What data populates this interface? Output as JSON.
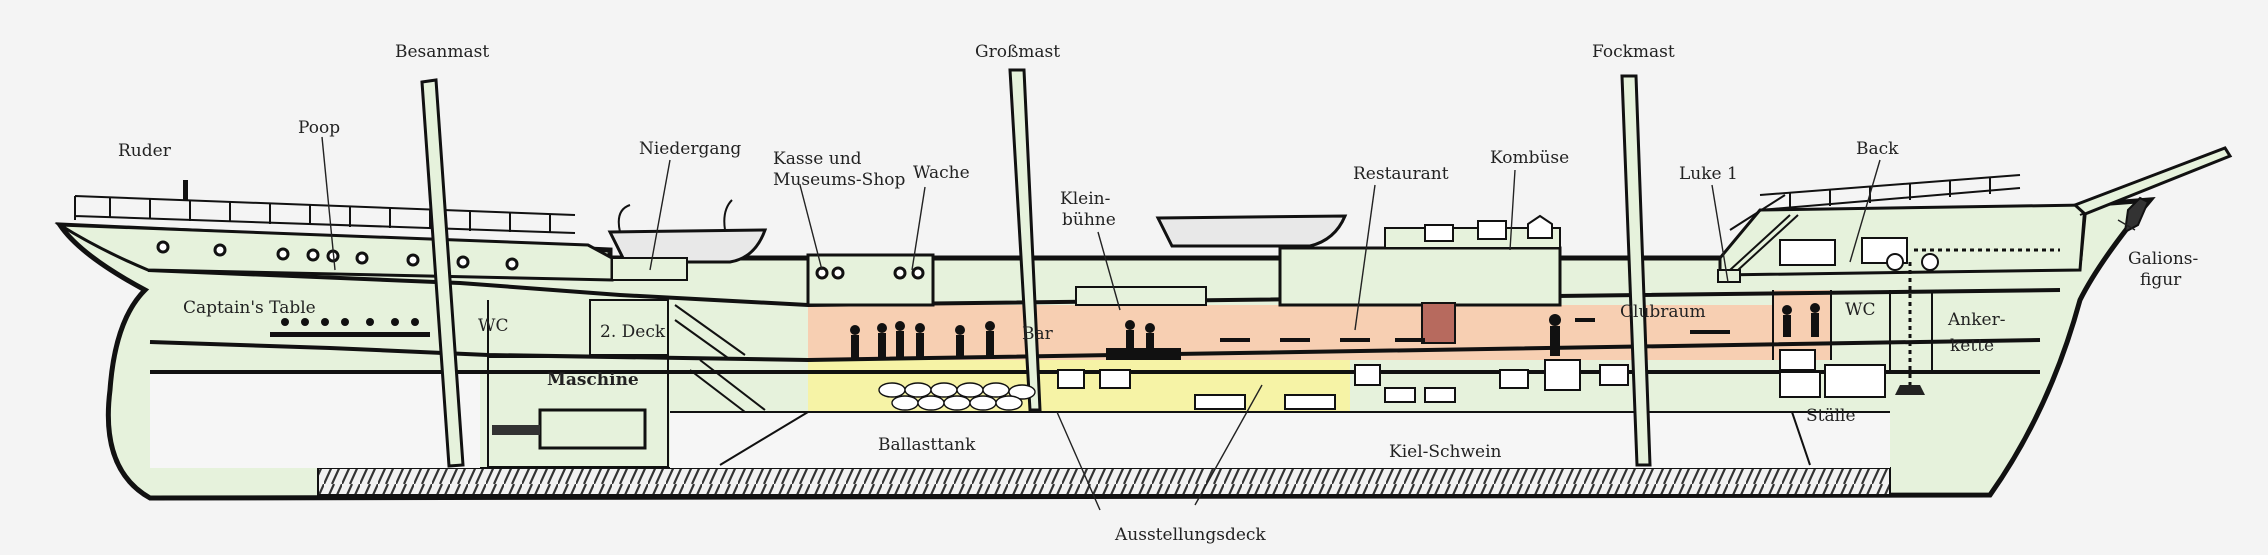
{
  "colors": {
    "hull_fill": "#e6f2dc",
    "exhibition_fill": "#f6f3a6",
    "restaurant_fill": "#f7cfb2",
    "bilge_dark": "#7a7a7a",
    "outline": "#111111"
  },
  "labels": {
    "ruder": "Ruder",
    "poop": "Poop",
    "besanmast": "Besanmast",
    "niedergang": "Niedergang",
    "kasse": "Kasse und",
    "kasse2": "Museums-Shop",
    "wache": "Wache",
    "grossmast": "Großmast",
    "klein": "Klein-",
    "buehne": "bühne",
    "restaurant": "Restaurant",
    "kombuese": "Kombüse",
    "fockmast": "Fockmast",
    "luke": "Luke 1",
    "back": "Back",
    "galion1": "Galions-",
    "galion2": "figur",
    "captains_table": "Captain's Table",
    "wc_aft": "WC",
    "zweites_deck": "2. Deck",
    "bar": "Bar",
    "clubraum": "Clubraum",
    "wc_fore": "WC",
    "anker1": "Anker-",
    "anker2": "kette",
    "maschine": "Maschine",
    "ballasttank": "Ballasttank",
    "kiel_schwein": "Kiel-Schwein",
    "staelle": "Ställe",
    "ausstellungsdeck": "Ausstellungsdeck"
  }
}
